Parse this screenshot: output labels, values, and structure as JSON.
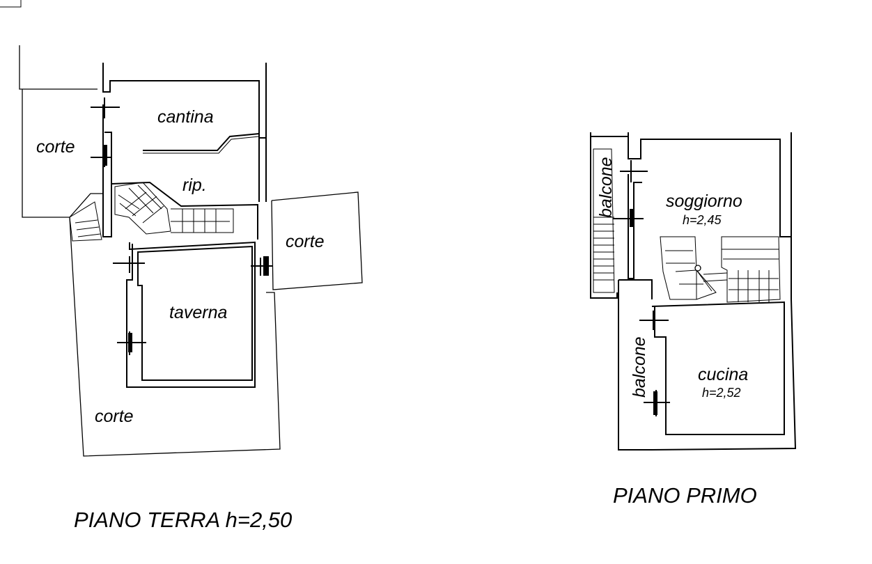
{
  "ground_floor": {
    "title": "PIANO TERRA h=2,50",
    "rooms": {
      "cantina": "cantina",
      "ripostiglio": "rip.",
      "taverna": "taverna",
      "corte_west": "corte",
      "corte_east": "corte",
      "corte_south": "corte"
    }
  },
  "first_floor": {
    "title": "PIANO PRIMO",
    "rooms": {
      "soggiorno": "soggiorno",
      "soggiorno_height": "h=2,45",
      "cucina": "cucina",
      "cucina_height": "h=2,52",
      "balcone_upper": "balcone",
      "balcone_lower": "balcone"
    }
  }
}
